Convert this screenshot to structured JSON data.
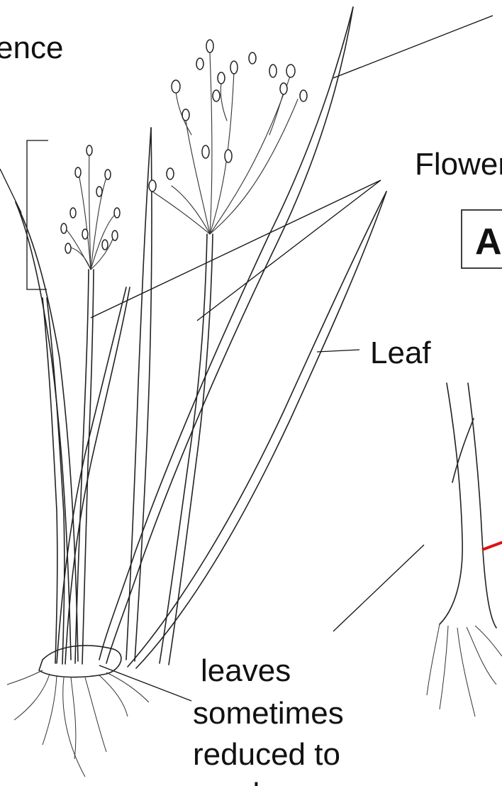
{
  "labels": {
    "inflorescence_partial": "ence",
    "flowering_partial": "Floweri",
    "leaf": "Leaf",
    "box_letter_partial": "A",
    "leaves_note": [
      "leaves",
      "sometimes",
      "reduced to",
      "scales"
    ]
  },
  "colors": {
    "ink": "#222222",
    "marker_red": "#e01010",
    "background": "#ffffff"
  }
}
